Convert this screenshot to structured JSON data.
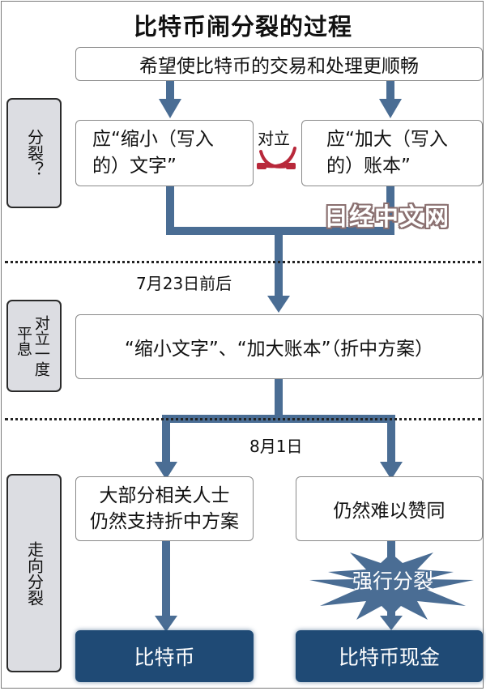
{
  "title": "比特币闹分裂的过程",
  "top_box": "希望使比特币的交易和处理更顺畅",
  "section1": {
    "side_label": "分裂？",
    "left_box": [
      "应“缩小（写入",
      "的）文字”"
    ],
    "right_box": [
      "应“加大（写入",
      "的）账本”"
    ],
    "conflict_label": "对立",
    "conflict_icon": "crossed-swords-icon"
  },
  "watermark": "日经中文网",
  "section2": {
    "date_label": "7月23日前后",
    "side_label_col1": "对立一度",
    "side_label_col2": "平息",
    "box": "“缩小文字”、“加大账本”（折中方案）"
  },
  "section3": {
    "date_label": "8月1日",
    "side_label": "走向分裂",
    "left_box": [
      "大部分相关人士",
      "仍然支持折中方案"
    ],
    "right_box": "仍然难以赞同",
    "burst_label": "强行分裂",
    "result_left": "比特币",
    "result_right": "比特币现金"
  },
  "colors": {
    "arrow": "#4a6d94",
    "result_box": "#1f4a75",
    "swords": "#b8283a",
    "side_panel": "#dcdde2"
  }
}
